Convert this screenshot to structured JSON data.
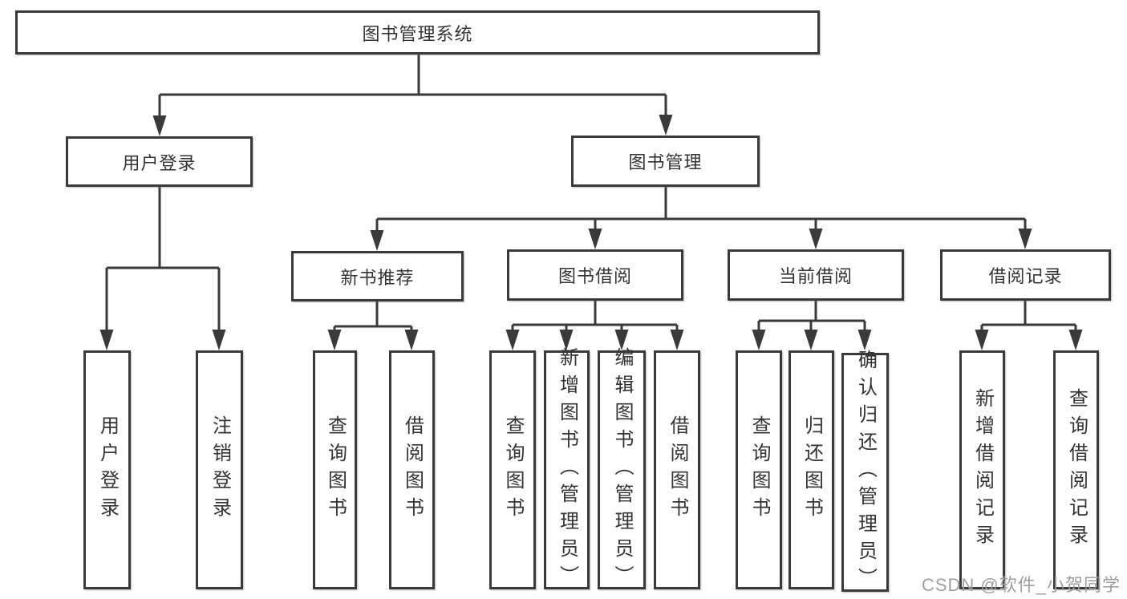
{
  "diagram": {
    "type": "tree",
    "title": "图书管理系统"
  },
  "hierarchy": {
    "root": "图书管理系统",
    "children": [
      {
        "label": "用户登录",
        "children": [
          "用户登录",
          "注销登录"
        ]
      },
      {
        "label": "图书管理",
        "children": [
          {
            "label": "新书推荐",
            "children": [
              "查询图书",
              "借阅图书"
            ]
          },
          {
            "label": "图书借阅",
            "children": [
              "查询图书",
              "新增图书（管理员）",
              "编辑图书（管理员）",
              "借阅图书"
            ]
          },
          {
            "label": "当前借阅",
            "children": [
              "查询图书",
              "归还图书",
              "确认归还（管理员）"
            ]
          },
          {
            "label": "借阅记录",
            "children": [
              "新增借阅记录",
              "查询借阅记录"
            ]
          }
        ]
      }
    ]
  },
  "watermark": "CSDN @软件_小贺同学",
  "colors": {
    "background": "#ffffff",
    "box_fill": "#ffffff",
    "box_border": "#3a3a3a",
    "line": "#3a3a3a",
    "text": "#333333",
    "watermark_text": "#9e9e9e"
  }
}
